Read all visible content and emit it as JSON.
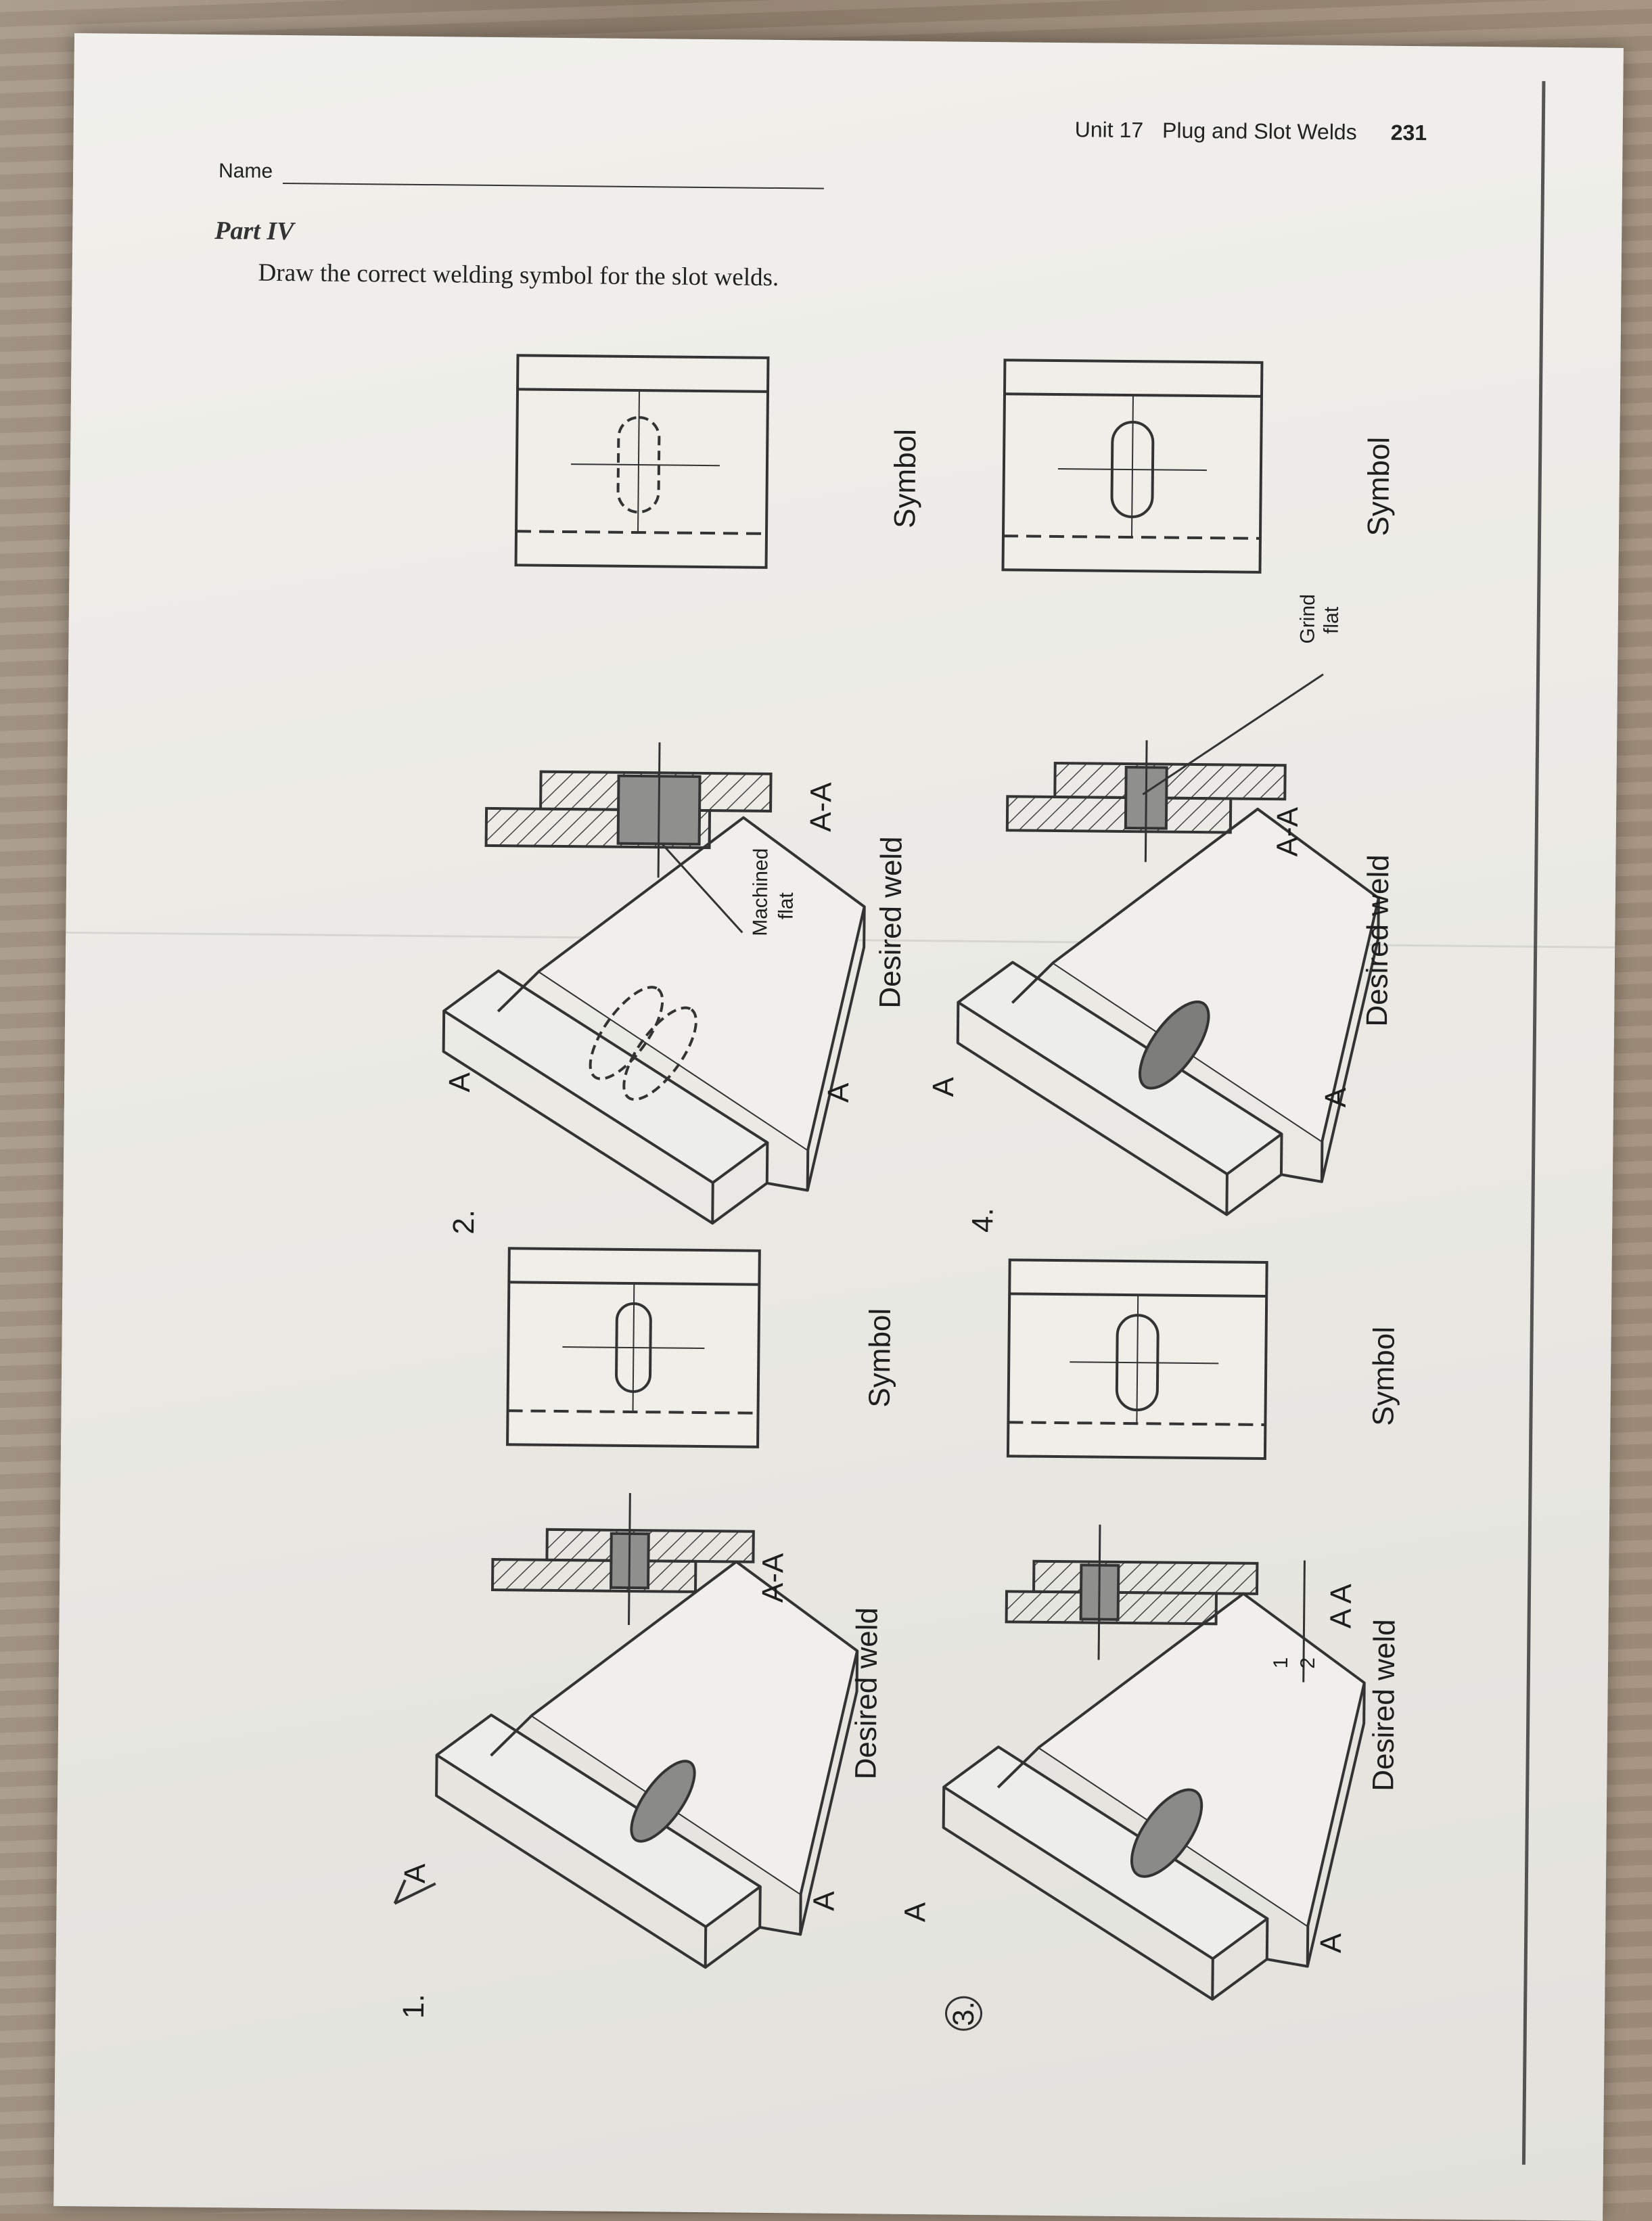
{
  "header": {
    "unit": "Unit 17",
    "title": "Plug and Slot Welds",
    "page": "231"
  },
  "name_label": "Name",
  "part": "Part IV",
  "instruction": "Draw the correct welding symbol for the slot welds.",
  "problems": [
    {
      "number": "1.",
      "desired_label": "Desired weld",
      "symbol_label": "Symbol",
      "section": "A-A",
      "arrow_label": "A"
    },
    {
      "number": "2.",
      "desired_label": "Desired weld",
      "symbol_label": "Symbol",
      "section": "A-A",
      "arrow_label": "A",
      "note_line1": "Machined",
      "note_line2": "flat"
    },
    {
      "number": "3.",
      "desired_label": "Desired weld",
      "symbol_label": "Symbol",
      "section": "A A",
      "arrow_label": "A",
      "dim_num": "1",
      "dim_den": "2"
    },
    {
      "number": "4.",
      "desired_label": "Desired weld",
      "symbol_label": "Symbol",
      "section": "A-A",
      "arrow_label": "A",
      "note_line1": "Grind",
      "note_line2": "flat"
    }
  ]
}
